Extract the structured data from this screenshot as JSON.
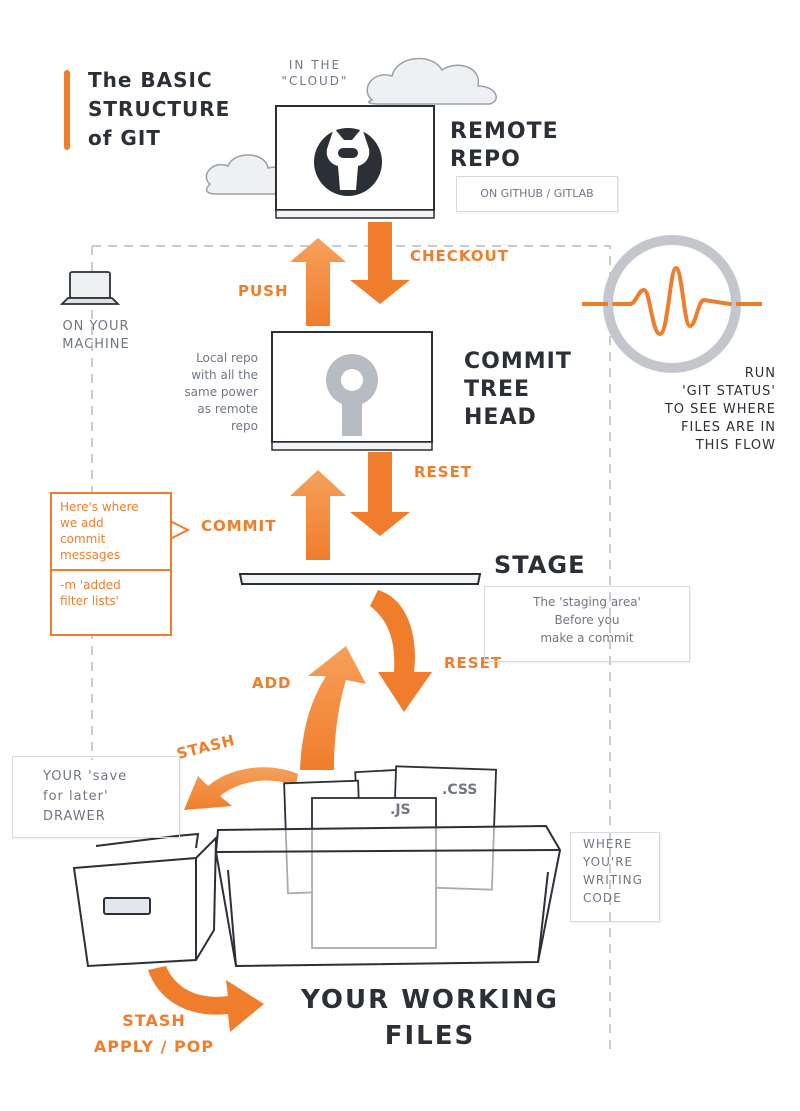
{
  "title": [
    "The BASIC",
    "STRUCTURE",
    "of GIT"
  ],
  "cloud_label": [
    "IN THE",
    "\"CLOUD\""
  ],
  "remote": {
    "title": [
      "REMOTE",
      "REPO"
    ],
    "subtitle": "ON GITHUB / GITLAB"
  },
  "labels": {
    "checkout": "CHECKOUT",
    "push": "PUSH",
    "reset_top": "RESET",
    "commit": "COMMIT",
    "reset_stage": "RESET",
    "add": "ADD",
    "stash": "STASH",
    "stash_apply": [
      "STASH",
      "APPLY / POP"
    ]
  },
  "machine_label": [
    "ON YOUR",
    "MACHINE"
  ],
  "local_repo_desc": [
    "Local repo",
    "with all the",
    "same power",
    "as remote",
    "repo"
  ],
  "commit_block": {
    "title": [
      "COMMIT",
      "TREE",
      "HEAD"
    ]
  },
  "run_status": [
    "RUN",
    "'GIT STATUS'",
    "TO SEE WHERE",
    "FILES ARE IN",
    "THIS FLOW"
  ],
  "commit_message_note": {
    "top": [
      "Here's where",
      "we add",
      "commit",
      "messages"
    ],
    "bottom": [
      "-m 'added",
      "filter lists'"
    ]
  },
  "stage": {
    "title": "STAGE",
    "desc": [
      "The 'staging area'",
      "Before you",
      "make a commit"
    ]
  },
  "drawer_note": [
    "YOUR 'save",
    "for later'",
    "DRAWER"
  ],
  "code_note": [
    "WHERE",
    "YOU'RE",
    "WRITING",
    "CODE"
  ],
  "working_files": [
    "YOUR WORKING",
    "FILES"
  ],
  "files": {
    "js": ".JS",
    "css": ".CSS"
  },
  "colors": {
    "accent": "#f07d2c",
    "accent_light": "#f6a05a",
    "ink": "#2b2f36",
    "grey": "#707783"
  }
}
